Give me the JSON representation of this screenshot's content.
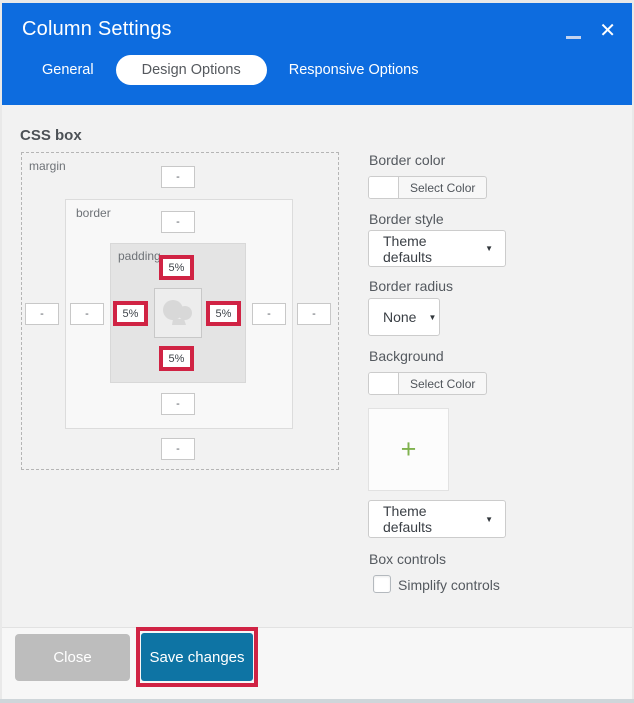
{
  "window": {
    "title": "Column Settings",
    "close_glyph": "✕"
  },
  "tabs": [
    {
      "label": "General",
      "active": false
    },
    {
      "label": "Design Options",
      "active": true
    },
    {
      "label": "Responsive Options",
      "active": false
    }
  ],
  "css_box": {
    "heading": "CSS box",
    "labels": {
      "margin": "margin",
      "border": "border",
      "padding": "padding"
    },
    "values": {
      "margin_top": "-",
      "margin_right": "-",
      "margin_bottom": "-",
      "margin_left": "-",
      "border_top": "-",
      "border_right": "-",
      "border_bottom": "-",
      "border_left": "-",
      "padding_top": "5%",
      "padding_right": "5%",
      "padding_bottom": "5%",
      "padding_left": "5%"
    }
  },
  "panel": {
    "border_color_label": "Border color",
    "border_color_button": "Select Color",
    "border_style_label": "Border style",
    "border_style_value": "Theme defaults",
    "border_radius_label": "Border radius",
    "border_radius_value": "None",
    "background_label": "Background",
    "background_button": "Select Color",
    "background_style_value": "Theme defaults",
    "box_controls_label": "Box controls",
    "simplify_label": "Simplify controls",
    "simplify_checked": false
  },
  "icons": {
    "dropdown_arrow": "▼",
    "upload_plus": "+"
  },
  "footer": {
    "close": "Close",
    "save": "Save changes"
  },
  "colors": {
    "header_blue": "#0d6cdf",
    "save_button_blue": "#0e74a4",
    "annotation_red": "#d02344",
    "plus_green": "#7fb24e",
    "close_gray": "#bdbdbd"
  }
}
